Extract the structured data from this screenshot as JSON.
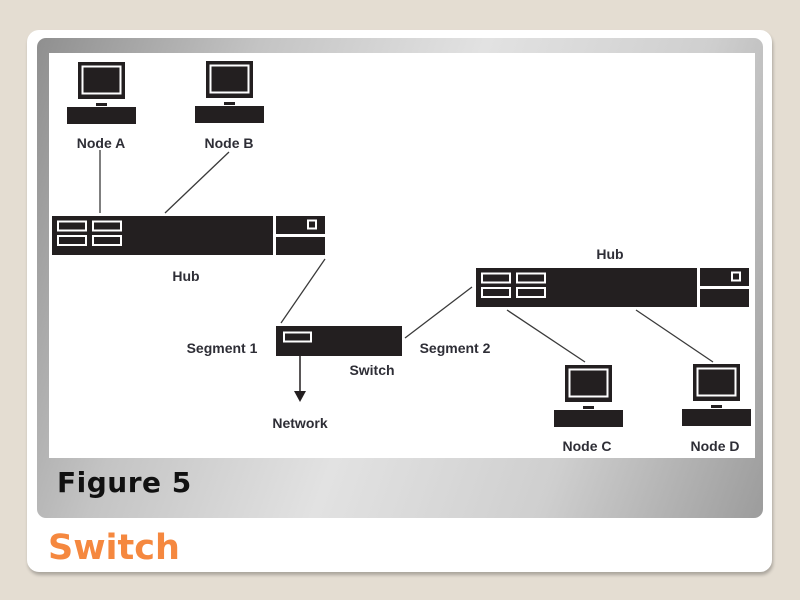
{
  "slide": {
    "figure_caption": "Figure 5",
    "title": "Switch",
    "title_color": "#f5883f"
  },
  "diagram": {
    "nodes": {
      "node_a": {
        "label": "Node A",
        "icon": "computer-icon"
      },
      "node_b": {
        "label": "Node B",
        "icon": "computer-icon"
      },
      "node_c": {
        "label": "Node C",
        "icon": "computer-icon"
      },
      "node_d": {
        "label": "Node D",
        "icon": "computer-icon"
      },
      "hub_1": {
        "label": "Hub",
        "icon": "hub-icon"
      },
      "hub_2": {
        "label": "Hub",
        "icon": "hub-icon"
      },
      "switch": {
        "label": "Switch",
        "icon": "switch-icon"
      },
      "network": {
        "label": "Network"
      }
    },
    "segments": {
      "segment_1": "Segment 1",
      "segment_2": "Segment 2"
    },
    "links": [
      {
        "from": "Node A",
        "to": "Hub"
      },
      {
        "from": "Node B",
        "to": "Hub"
      },
      {
        "from": "Hub",
        "to": "Switch",
        "segment": "Segment 1"
      },
      {
        "from": "Switch",
        "to": "Hub",
        "segment": "Segment 2"
      },
      {
        "from": "Hub",
        "to": "Node C"
      },
      {
        "from": "Hub",
        "to": "Node D"
      },
      {
        "from": "Switch",
        "to": "Network",
        "directed": true
      }
    ],
    "device_color": "#231f20"
  }
}
